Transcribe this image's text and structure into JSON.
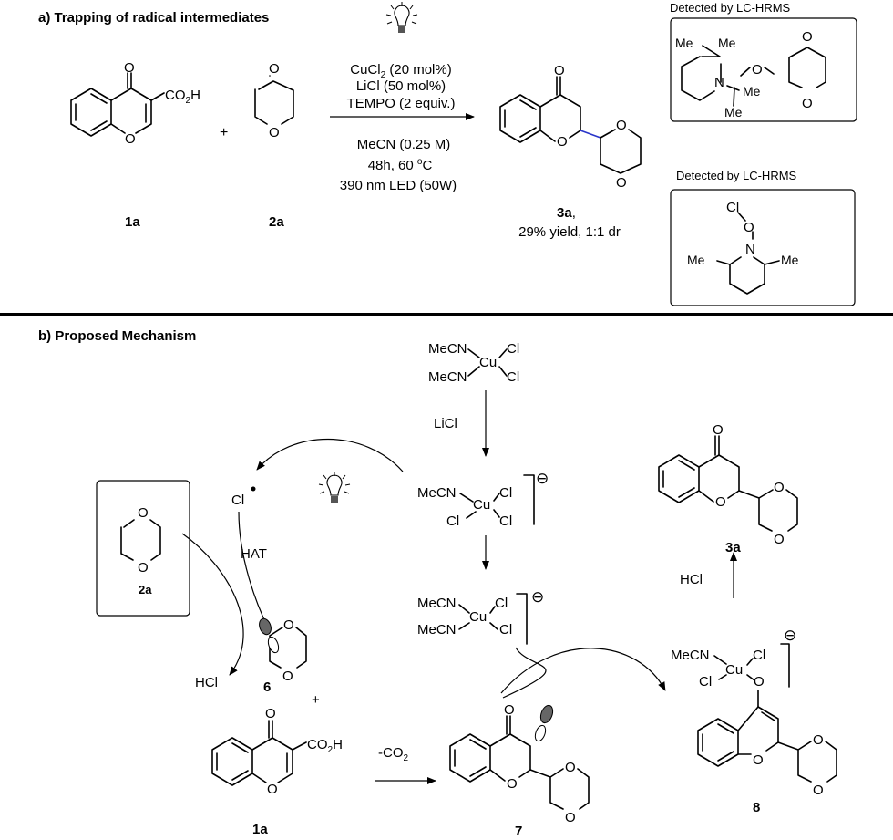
{
  "section_a": {
    "title": "a) Trapping of radical intermediates",
    "substrate_1_label": "1a",
    "substrate_2_label": "2a",
    "plus": "+",
    "conditions": [
      "CuCl",
      "2",
      " (20 mol%)",
      "LiCl (50 mol%)",
      "TEMPO (2 equiv.)",
      "MeCN (0.25 M)",
      "48h,  60 ",
      "o",
      "C",
      "390 nm LED (50W)"
    ],
    "product_label": "3a",
    "product_yield": "29% yield, 1:1 dr",
    "detected_1": "Detected by LC-HRMS",
    "detected_2": "Detected by LC-HRMS",
    "co2h": "CO",
    "co2h_sub": "2",
    "co2h_h": "H",
    "me": "Me",
    "n": "N",
    "o": "O",
    "cl": "Cl"
  },
  "section_b": {
    "title": "b) Proposed Mechanism",
    "cu_top": [
      "MeCN",
      "Cu",
      "Cl",
      "MeCN",
      "Cl"
    ],
    "licl": "LiCl",
    "cu_anion": [
      "MeCN",
      "Cu",
      "Cl",
      "Cl",
      "Cl"
    ],
    "cu_anion2": [
      "MeCN",
      "Cu",
      "Cl",
      "MeCN",
      "Cl"
    ],
    "charge": "⊖",
    "cl_radical": "Cl",
    "hat": "HAT",
    "hcl_left": "HCl",
    "hcl_right": "HCl",
    "radical_6_label": "6",
    "box_label": "2a",
    "plus": "+",
    "label_1a": "1a",
    "minus_co2": "-CO",
    "minus_co2_sub": "2",
    "label_7": "7",
    "label_8": "8",
    "label_3a": "3a",
    "cu8": [
      "MeCN",
      "Cu",
      "Cl",
      "Cl",
      "O"
    ]
  },
  "icons": [
    "lightbulb-icon"
  ]
}
